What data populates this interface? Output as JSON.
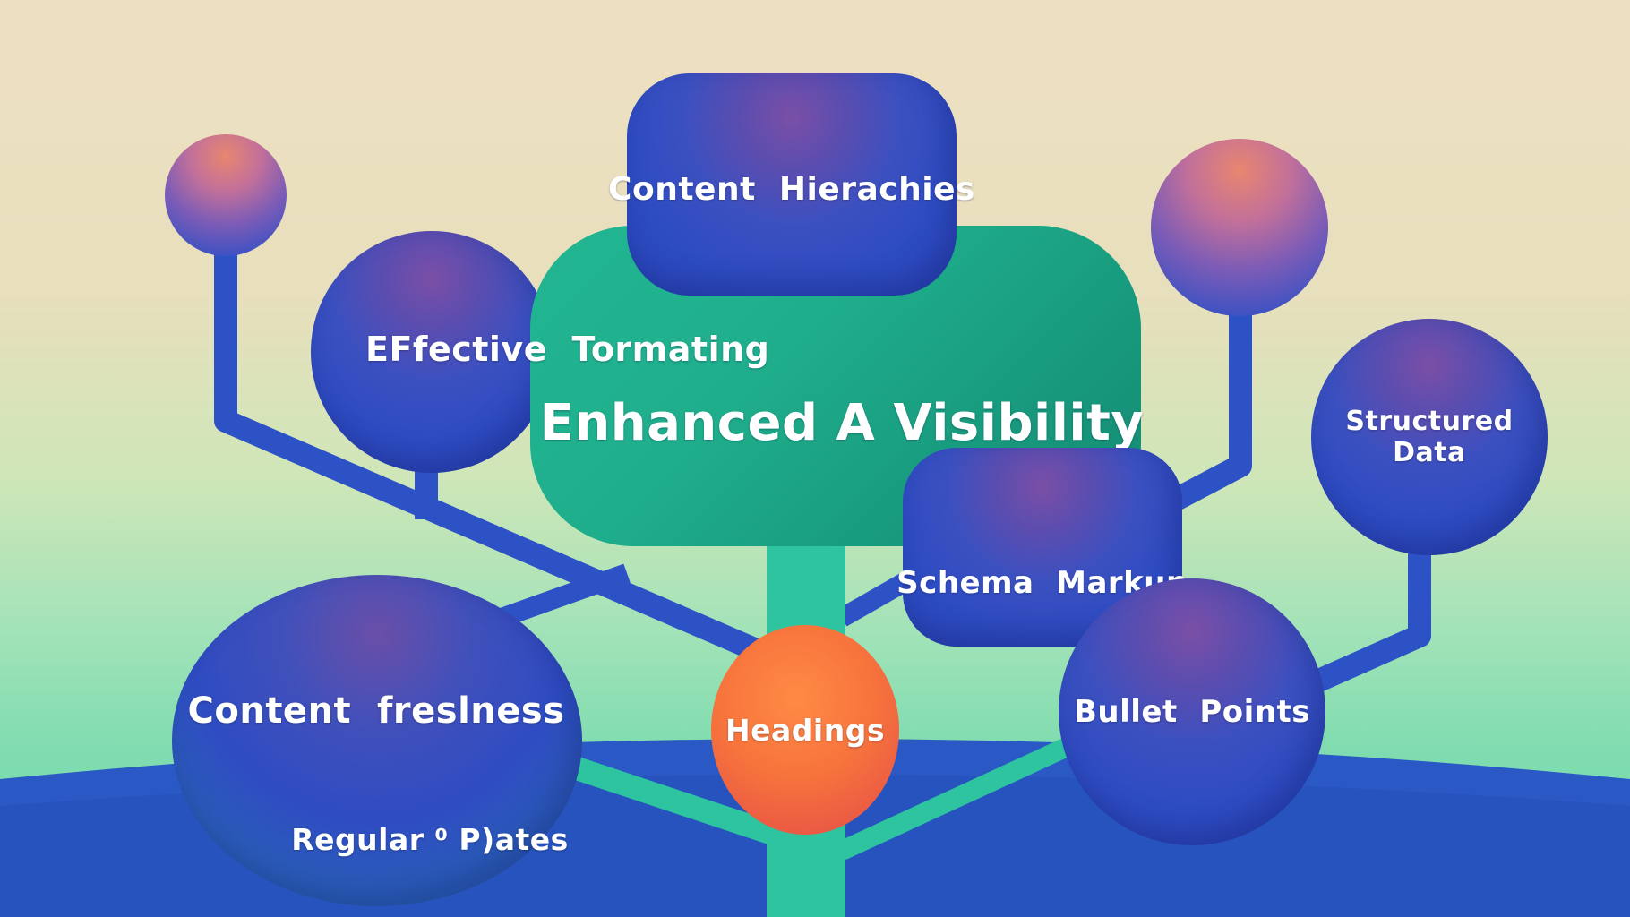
{
  "diagram": {
    "center_label": "Enhanced A Visibility",
    "nodes": {
      "content_hierarchies": "Content  Hierachies",
      "effective_formatting": "EFfective  Tormating",
      "structured_data_line1": "Structured",
      "structured_data_line2": "Data",
      "schema_markup": "Schema  Markup",
      "content_freshness": "Content  freslness",
      "regular_updates": "Regular ⁰ P)ates",
      "headings": "Headings",
      "bullet_points": "Bullet  Points"
    }
  },
  "colors": {
    "background_top": "#ede0c2",
    "background_bottom": "#6fd8ad",
    "ground": "#2a58c4",
    "node_blue": "#2e4cc2",
    "node_green": "#1fae8c",
    "trunk": "#2ec4a0",
    "node_orange": "#f7743c",
    "connector": "#2c52c6"
  }
}
